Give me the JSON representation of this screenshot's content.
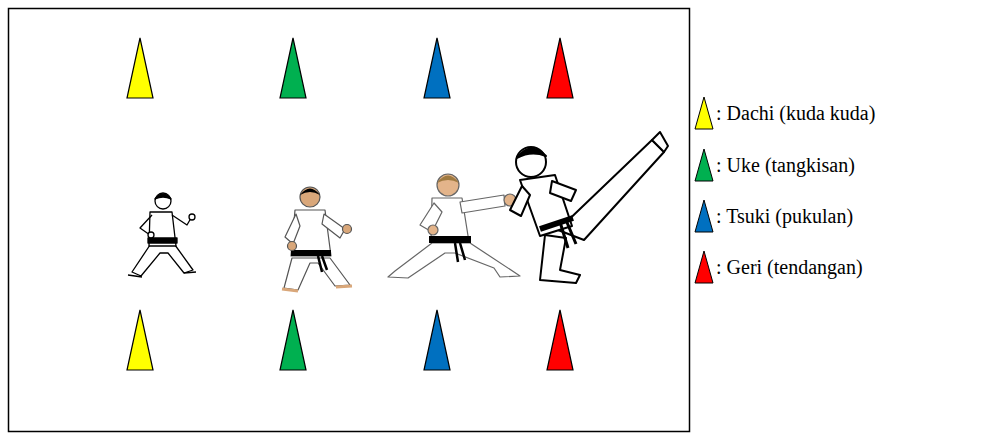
{
  "diagram": {
    "legend": [
      {
        "text": ": Dachi (kuda kuda)",
        "color": "#ffff00"
      },
      {
        "text": ": Uke (tangkisan)",
        "color": "#00b050"
      },
      {
        "text": ": Tsuki (pukulan)",
        "color": "#0070c0"
      },
      {
        "text": ": Geri (tendangan)",
        "color": "#ff0000"
      }
    ]
  }
}
